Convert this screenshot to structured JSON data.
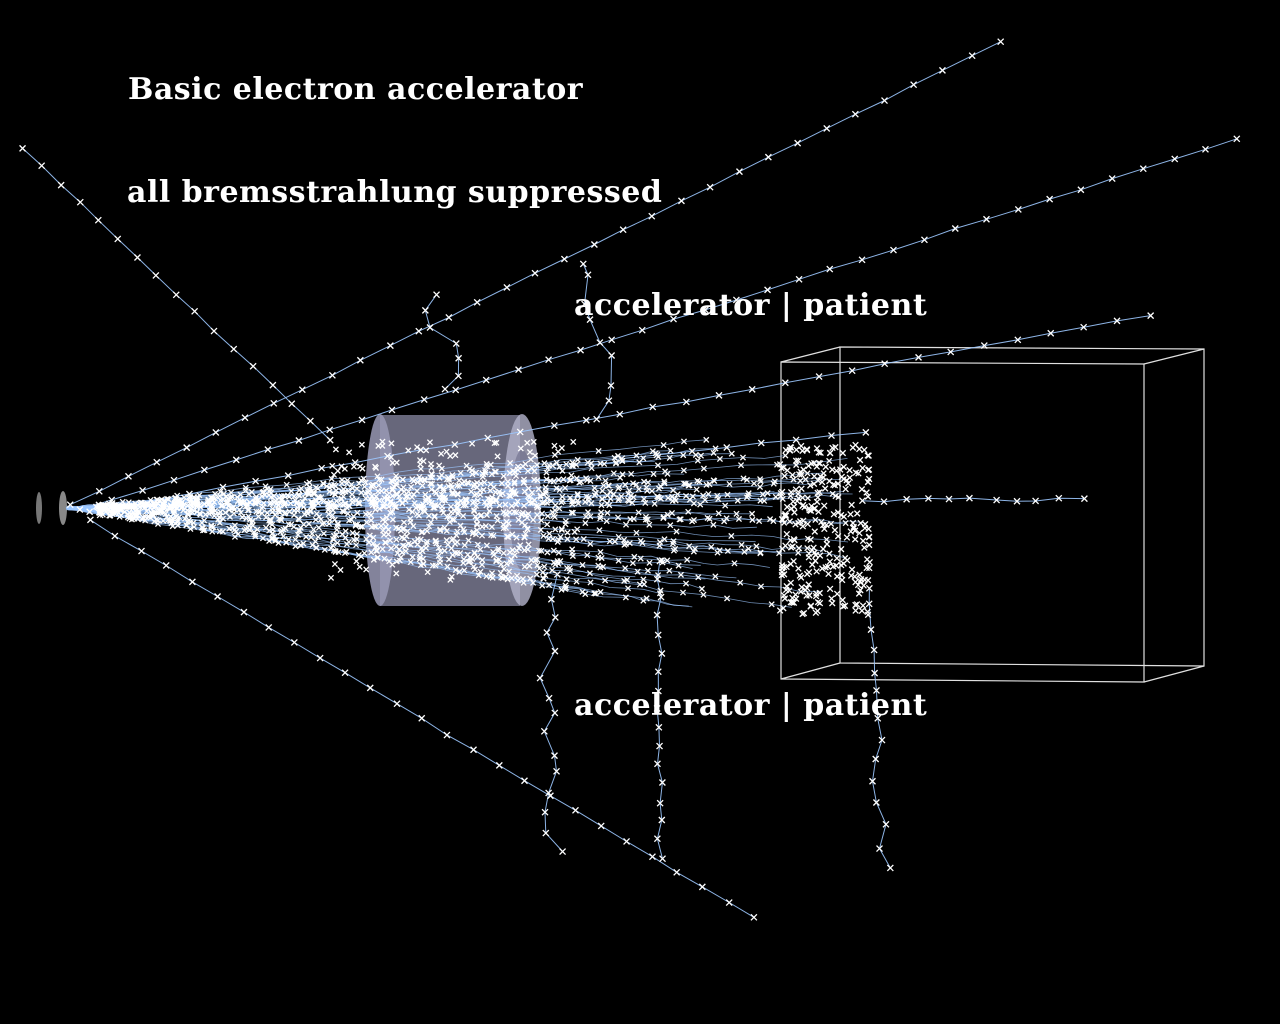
{
  "labels": {
    "title": "Basic electron accelerator",
    "subtitle": "all bremsstrahlung suppressed",
    "region_upper": "accelerator | patient",
    "region_lower": "accelerator | patient"
  },
  "colors": {
    "background": "#000000",
    "track": "#9cc8ff",
    "step_marker": "#ffffff",
    "collimator": "#a8a8c0",
    "phantom_outline": "#e0e0e0"
  },
  "icons": {
    "step_marker": "x-cross",
    "source": "ellipse-disc"
  }
}
